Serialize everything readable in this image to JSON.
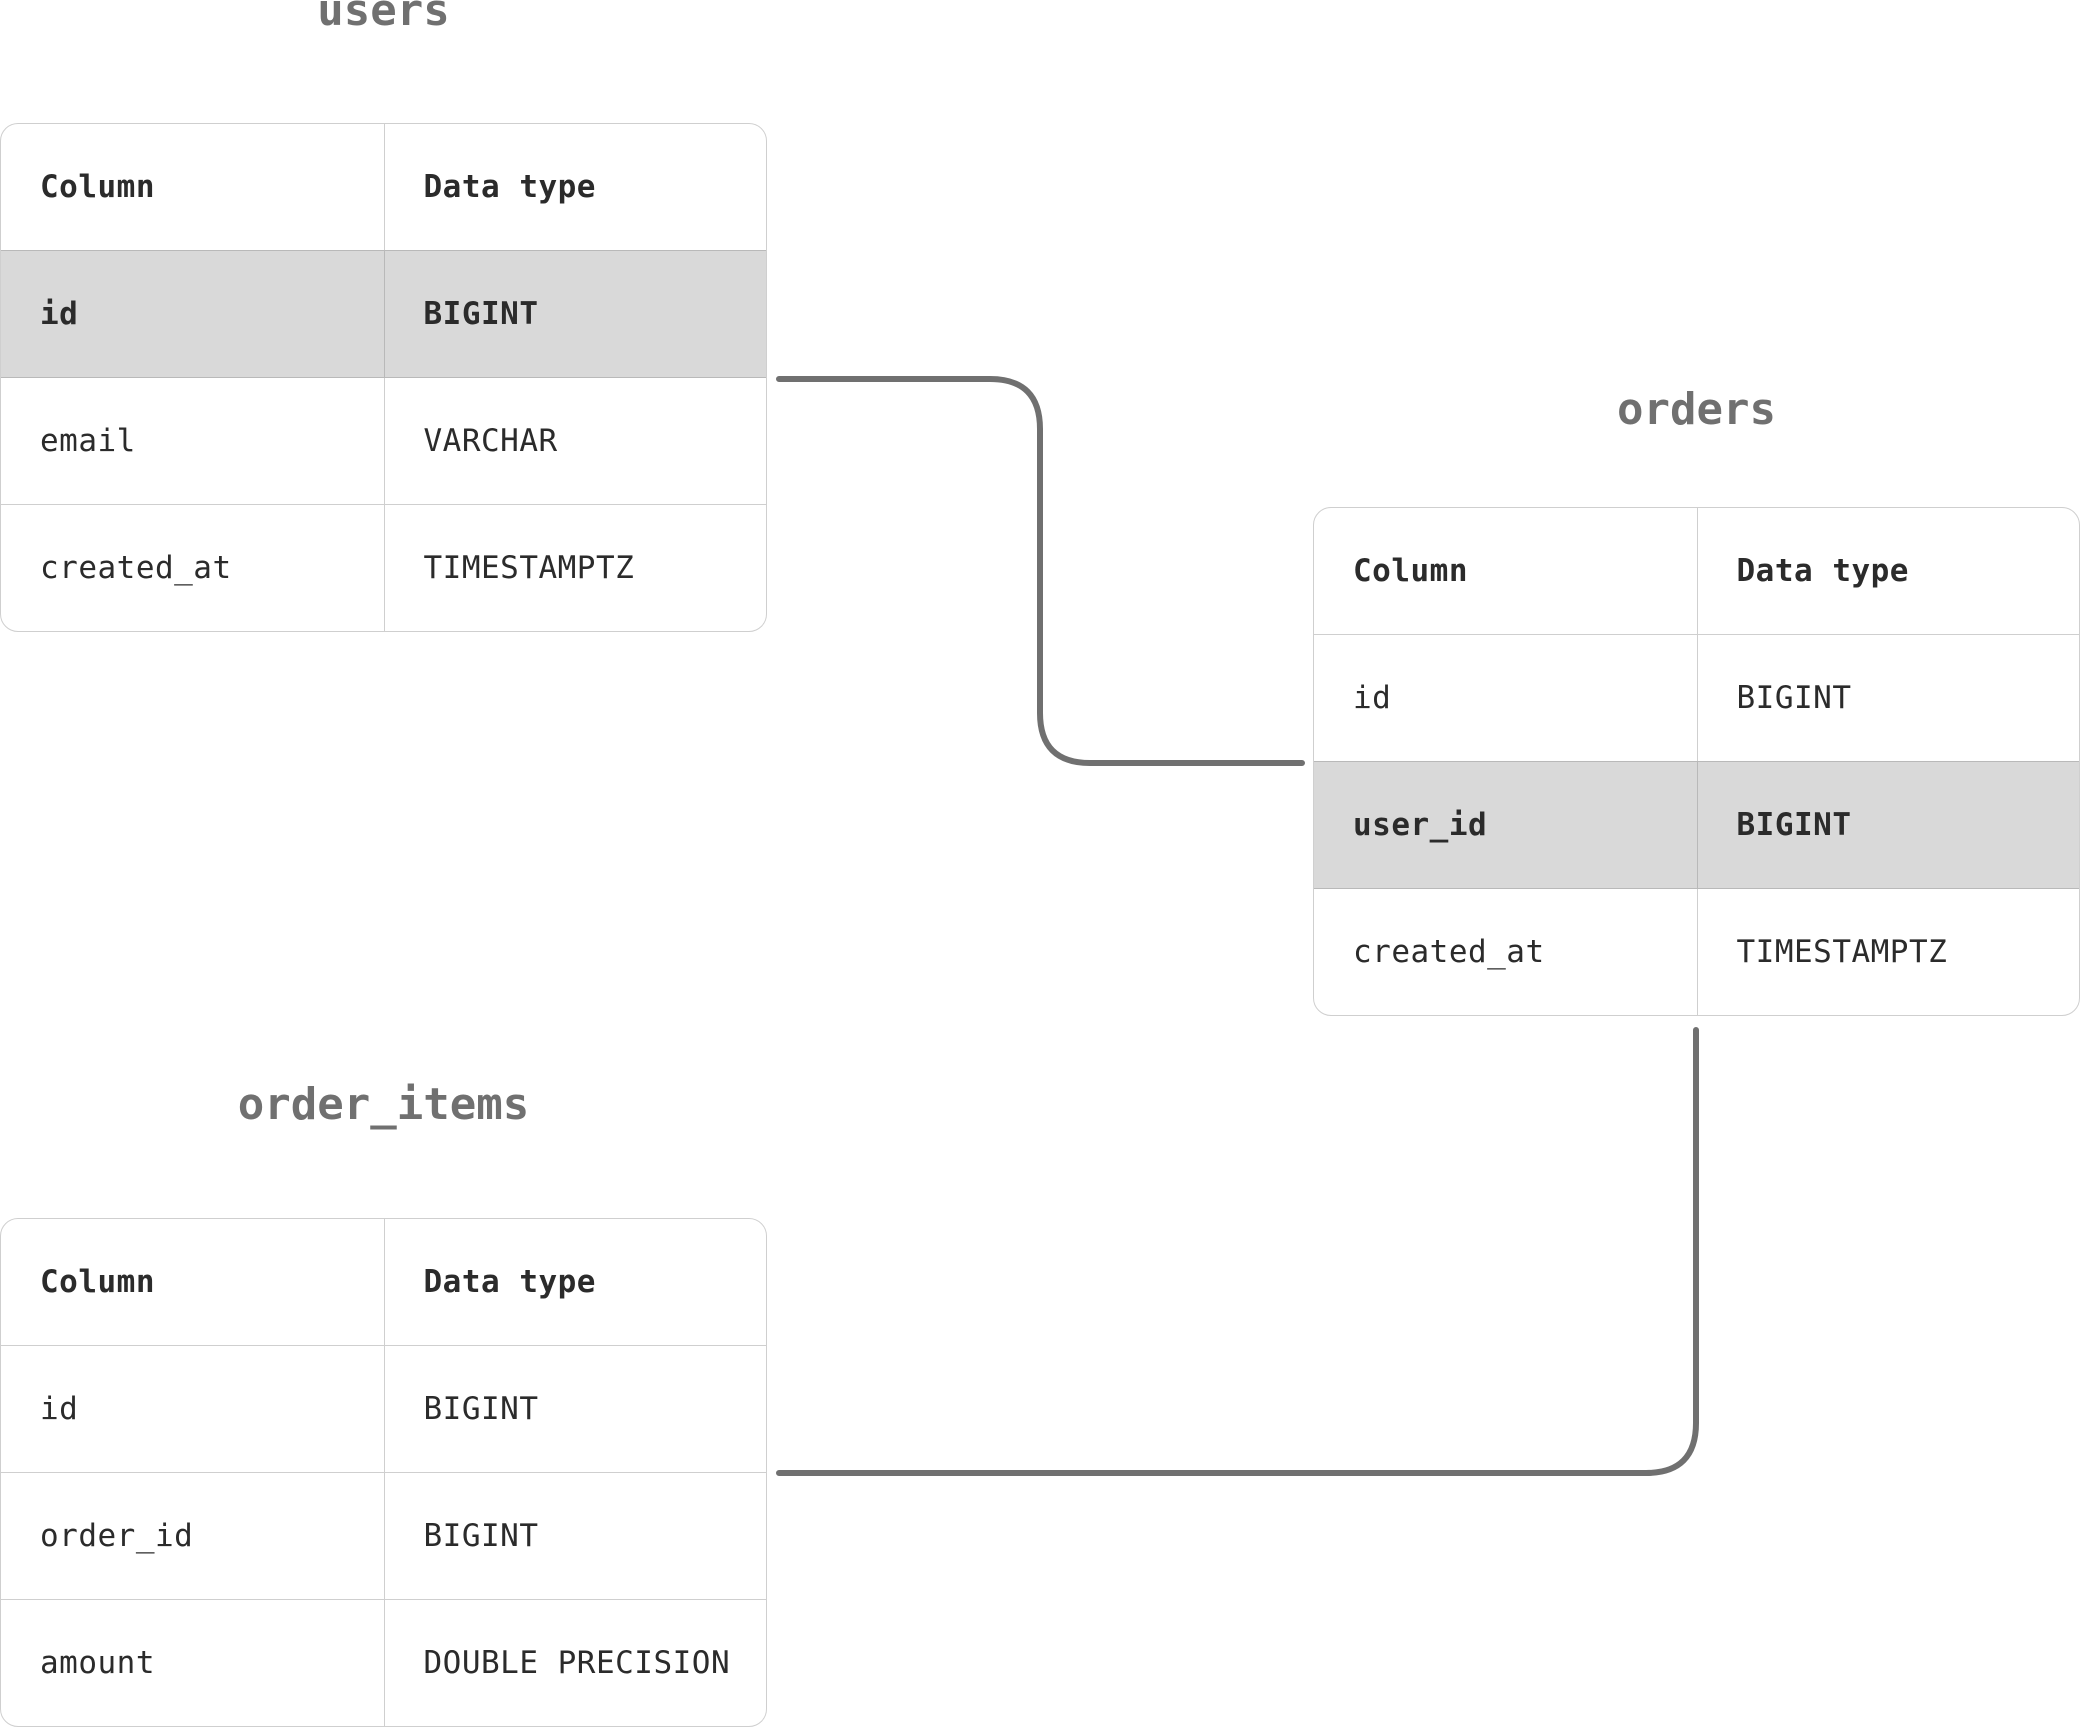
{
  "tables": {
    "users": {
      "title": "users",
      "header": {
        "column": "Column",
        "type": "Data type"
      },
      "rows": [
        {
          "column": "id",
          "type": "BIGINT",
          "highlighted": true
        },
        {
          "column": "email",
          "type": "VARCHAR",
          "highlighted": false
        },
        {
          "column": "created_at",
          "type": "TIMESTAMPTZ",
          "highlighted": false
        }
      ]
    },
    "orders": {
      "title": "orders",
      "header": {
        "column": "Column",
        "type": "Data type"
      },
      "rows": [
        {
          "column": "id",
          "type": "BIGINT",
          "highlighted": false
        },
        {
          "column": "user_id",
          "type": "BIGINT",
          "highlighted": true
        },
        {
          "column": "created_at",
          "type": "TIMESTAMPTZ",
          "highlighted": false
        }
      ]
    },
    "order_items": {
      "title": "order_items",
      "header": {
        "column": "Column",
        "type": "Data type"
      },
      "rows": [
        {
          "column": "id",
          "type": "BIGINT",
          "highlighted": false
        },
        {
          "column": "order_id",
          "type": "BIGINT",
          "highlighted": false
        },
        {
          "column": "amount",
          "type": "DOUBLE PRECISION",
          "highlighted": false
        }
      ]
    }
  },
  "relationships": [
    {
      "from": "users.id",
      "to": "orders.user_id"
    },
    {
      "from": "orders.id",
      "to": "order_items.order_id"
    }
  ],
  "colors": {
    "connector": "#707070",
    "title": "#707070",
    "highlight_row": "#d9d9d9",
    "border": "#cfcfcf",
    "text": "#2b2b2b"
  }
}
